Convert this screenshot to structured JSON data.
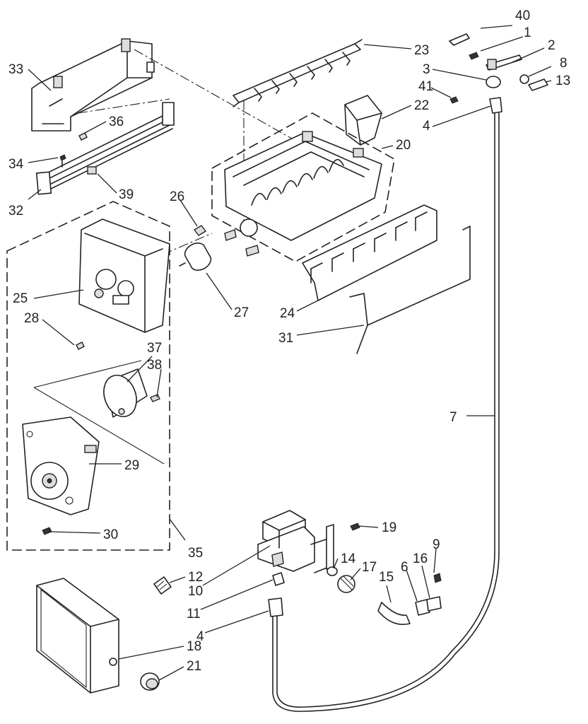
{
  "callouts": [
    {
      "id": "c40",
      "text": "40"
    },
    {
      "id": "c1",
      "text": "1"
    },
    {
      "id": "c2",
      "text": "2"
    },
    {
      "id": "c3",
      "text": "3"
    },
    {
      "id": "c8",
      "text": "8"
    },
    {
      "id": "c13",
      "text": "13"
    },
    {
      "id": "c41",
      "text": "41"
    },
    {
      "id": "c4a",
      "text": "4"
    },
    {
      "id": "c23",
      "text": "23"
    },
    {
      "id": "c22",
      "text": "22"
    },
    {
      "id": "c20",
      "text": "20"
    },
    {
      "id": "c33",
      "text": "33"
    },
    {
      "id": "c36",
      "text": "36"
    },
    {
      "id": "c34",
      "text": "34"
    },
    {
      "id": "c39",
      "text": "39"
    },
    {
      "id": "c32",
      "text": "32"
    },
    {
      "id": "c26",
      "text": "26"
    },
    {
      "id": "c27",
      "text": "27"
    },
    {
      "id": "c25",
      "text": "25"
    },
    {
      "id": "c28",
      "text": "28"
    },
    {
      "id": "c24",
      "text": "24"
    },
    {
      "id": "c31",
      "text": "31"
    },
    {
      "id": "c37",
      "text": "37"
    },
    {
      "id": "c38",
      "text": "38"
    },
    {
      "id": "c29",
      "text": "29"
    },
    {
      "id": "c7",
      "text": "7"
    },
    {
      "id": "c30",
      "text": "30"
    },
    {
      "id": "c35",
      "text": "35"
    },
    {
      "id": "c19",
      "text": "19"
    },
    {
      "id": "c9",
      "text": "9"
    },
    {
      "id": "c12",
      "text": "12"
    },
    {
      "id": "c14",
      "text": "14"
    },
    {
      "id": "c17",
      "text": "17"
    },
    {
      "id": "c6",
      "text": "6"
    },
    {
      "id": "c16",
      "text": "16"
    },
    {
      "id": "c15",
      "text": "15"
    },
    {
      "id": "c10",
      "text": "10"
    },
    {
      "id": "c11",
      "text": "11"
    },
    {
      "id": "c4b",
      "text": "4"
    },
    {
      "id": "c18",
      "text": "18"
    },
    {
      "id": "c21",
      "text": "21"
    }
  ]
}
